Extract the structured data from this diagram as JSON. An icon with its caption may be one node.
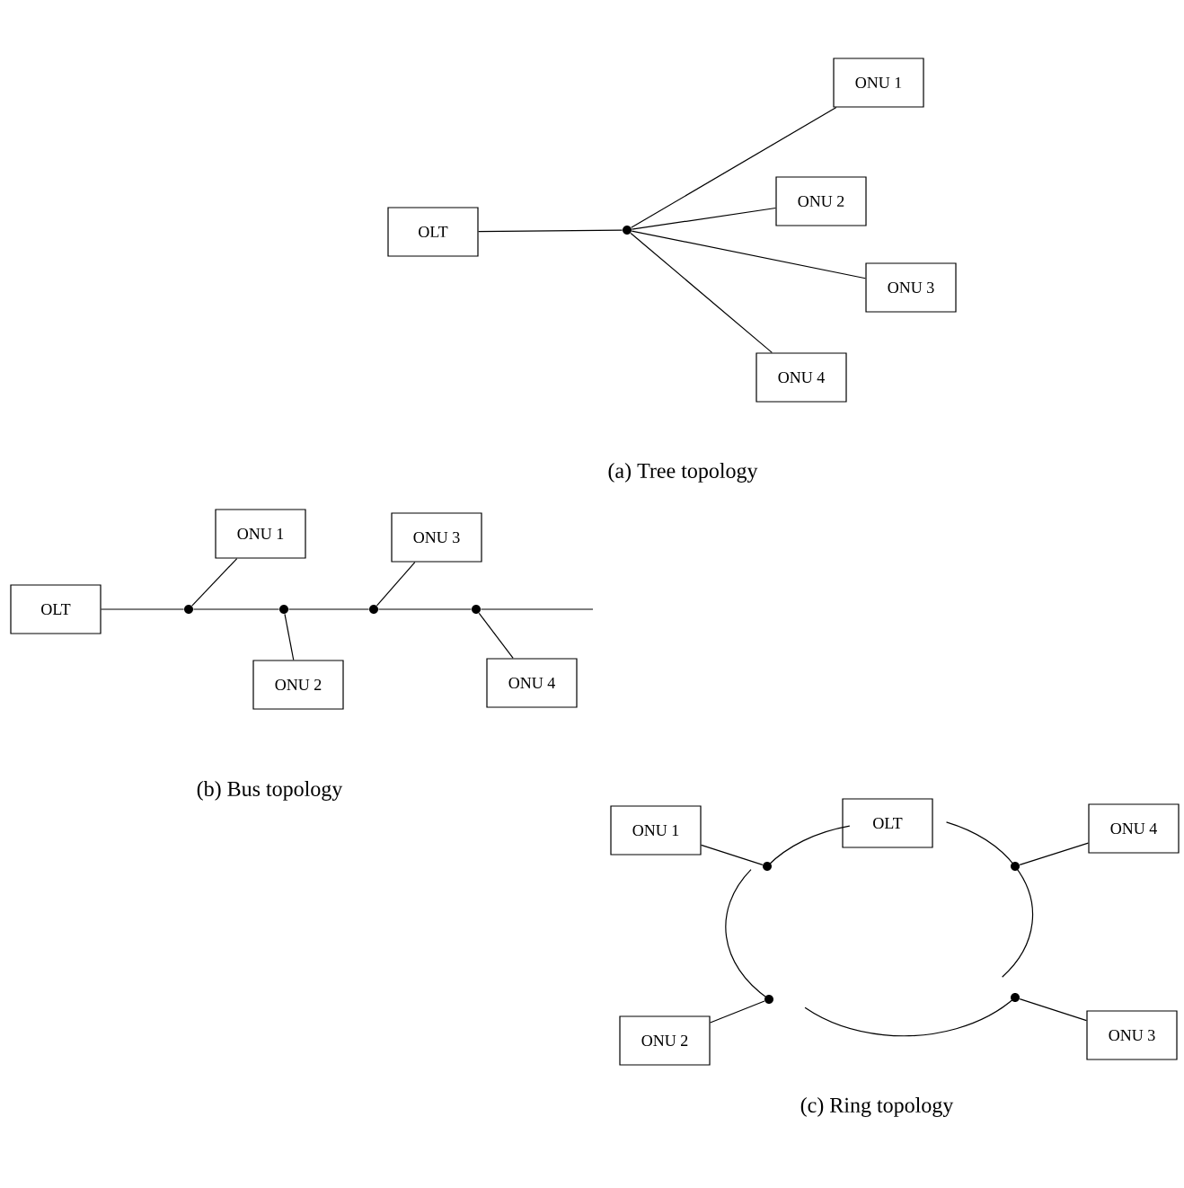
{
  "diagram": {
    "nodes": [
      {
        "text": [
          "OLT"
        ]
      },
      {
        "text": [],
        "shape": "circle"
      },
      {
        "text": [
          "ONU 1"
        ]
      },
      {
        "text": [
          "ONU 2"
        ]
      },
      {
        "text": [
          "ONU 3"
        ]
      },
      {
        "text": [
          "ONU 4"
        ]
      },
      {
        "text": [
          "OLT"
        ]
      },
      {
        "text": [
          "ONU 1"
        ]
      },
      {
        "text": [
          "ONU 3"
        ]
      },
      {
        "text": [
          "ONU 2"
        ]
      },
      {
        "text": [
          "ONU 4"
        ]
      },
      {
        "text": [],
        "shape": "circle"
      },
      {
        "text": [],
        "shape": "circle"
      },
      {
        "text": [],
        "shape": "circle"
      },
      {
        "text": [],
        "shape": "circle"
      },
      {
        "text": [
          "ONU 1"
        ]
      },
      {
        "text": [
          "OLT"
        ]
      },
      {
        "text": [
          "ONU 4"
        ]
      },
      {
        "text": [
          "ONU 2"
        ]
      },
      {
        "text": [
          "ONU 3"
        ]
      },
      {
        "text": [],
        "shape": "circle"
      },
      {
        "text": [],
        "shape": "circle"
      },
      {
        "text": [],
        "shape": "circle"
      },
      {
        "text": [],
        "shape": "circle"
      }
    ],
    "edges": [
      {
        "from": 0,
        "to": 1,
        "arrow": "none"
      },
      {
        "from": 1,
        "to": 2,
        "arrow": "none"
      },
      {
        "from": 1,
        "to": 3,
        "arrow": "none"
      },
      {
        "from": 1,
        "to": 4,
        "arrow": "none"
      },
      {
        "from": 1,
        "to": 5,
        "arrow": "none"
      },
      {
        "from": 6,
        "to": 11,
        "arrow": "none"
      },
      {
        "from": 11,
        "to": 12,
        "arrow": "none"
      },
      {
        "from": 12,
        "to": 13,
        "arrow": "none"
      },
      {
        "from": 13,
        "to": 14,
        "arrow": "none"
      },
      {
        "from": 14,
        "to": null,
        "arrow": "none"
      },
      {
        "from": 11,
        "to": 7,
        "arrow": "none"
      },
      {
        "from": 12,
        "to": 9,
        "arrow": "none"
      },
      {
        "from": 13,
        "to": 8,
        "arrow": "none"
      },
      {
        "from": 14,
        "to": 10,
        "arrow": "none"
      },
      {
        "from": 20,
        "to": 16,
        "arrow": "none"
      },
      {
        "from": 16,
        "to": 21,
        "arrow": "none"
      },
      {
        "from": 21,
        "to": 23,
        "arrow": "none"
      },
      {
        "from": 23,
        "to": 22,
        "arrow": "none"
      },
      {
        "from": 22,
        "to": 20,
        "arrow": "none"
      },
      {
        "from": 20,
        "to": 15,
        "arrow": "none"
      },
      {
        "from": 21,
        "to": 17,
        "arrow": "none"
      },
      {
        "from": 22,
        "to": 18,
        "arrow": "none"
      },
      {
        "from": 23,
        "to": 19,
        "arrow": "none"
      }
    ],
    "labels": [
      "(a) Tree topology",
      "(b) Bus topology",
      "(c) Ring topology"
    ]
  }
}
